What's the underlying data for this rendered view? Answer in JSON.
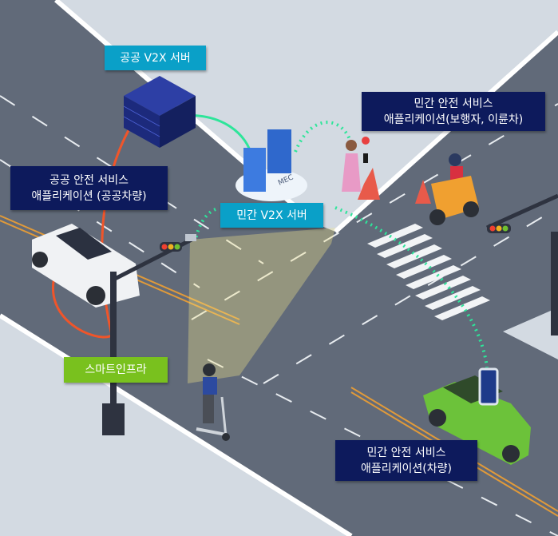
{
  "labels": {
    "public_server": "공공 V2X 서버",
    "private_server": "민간 V2X 서버",
    "public_app_line1": "공공 안전 서비스",
    "public_app_line2": "애플리케이션 (공공차량)",
    "private_ped_line1": "민간 안전 서비스",
    "private_ped_line2": "애플리케이션(보행자, 이륜차)",
    "smart_infra": "스마트인프라",
    "private_car_line1": "민간 안전 서비스",
    "private_car_line2": "애플리케이션(차량)",
    "mec": "MEC"
  },
  "colors": {
    "road": "#616a79",
    "sidewalk": "#d3dae2",
    "cyan_label": "#0aa0c8",
    "navy_label": "#0d1a5c",
    "green_label": "#79c11e",
    "public_link": "#f0552a",
    "private_link": "#2ee59a"
  }
}
